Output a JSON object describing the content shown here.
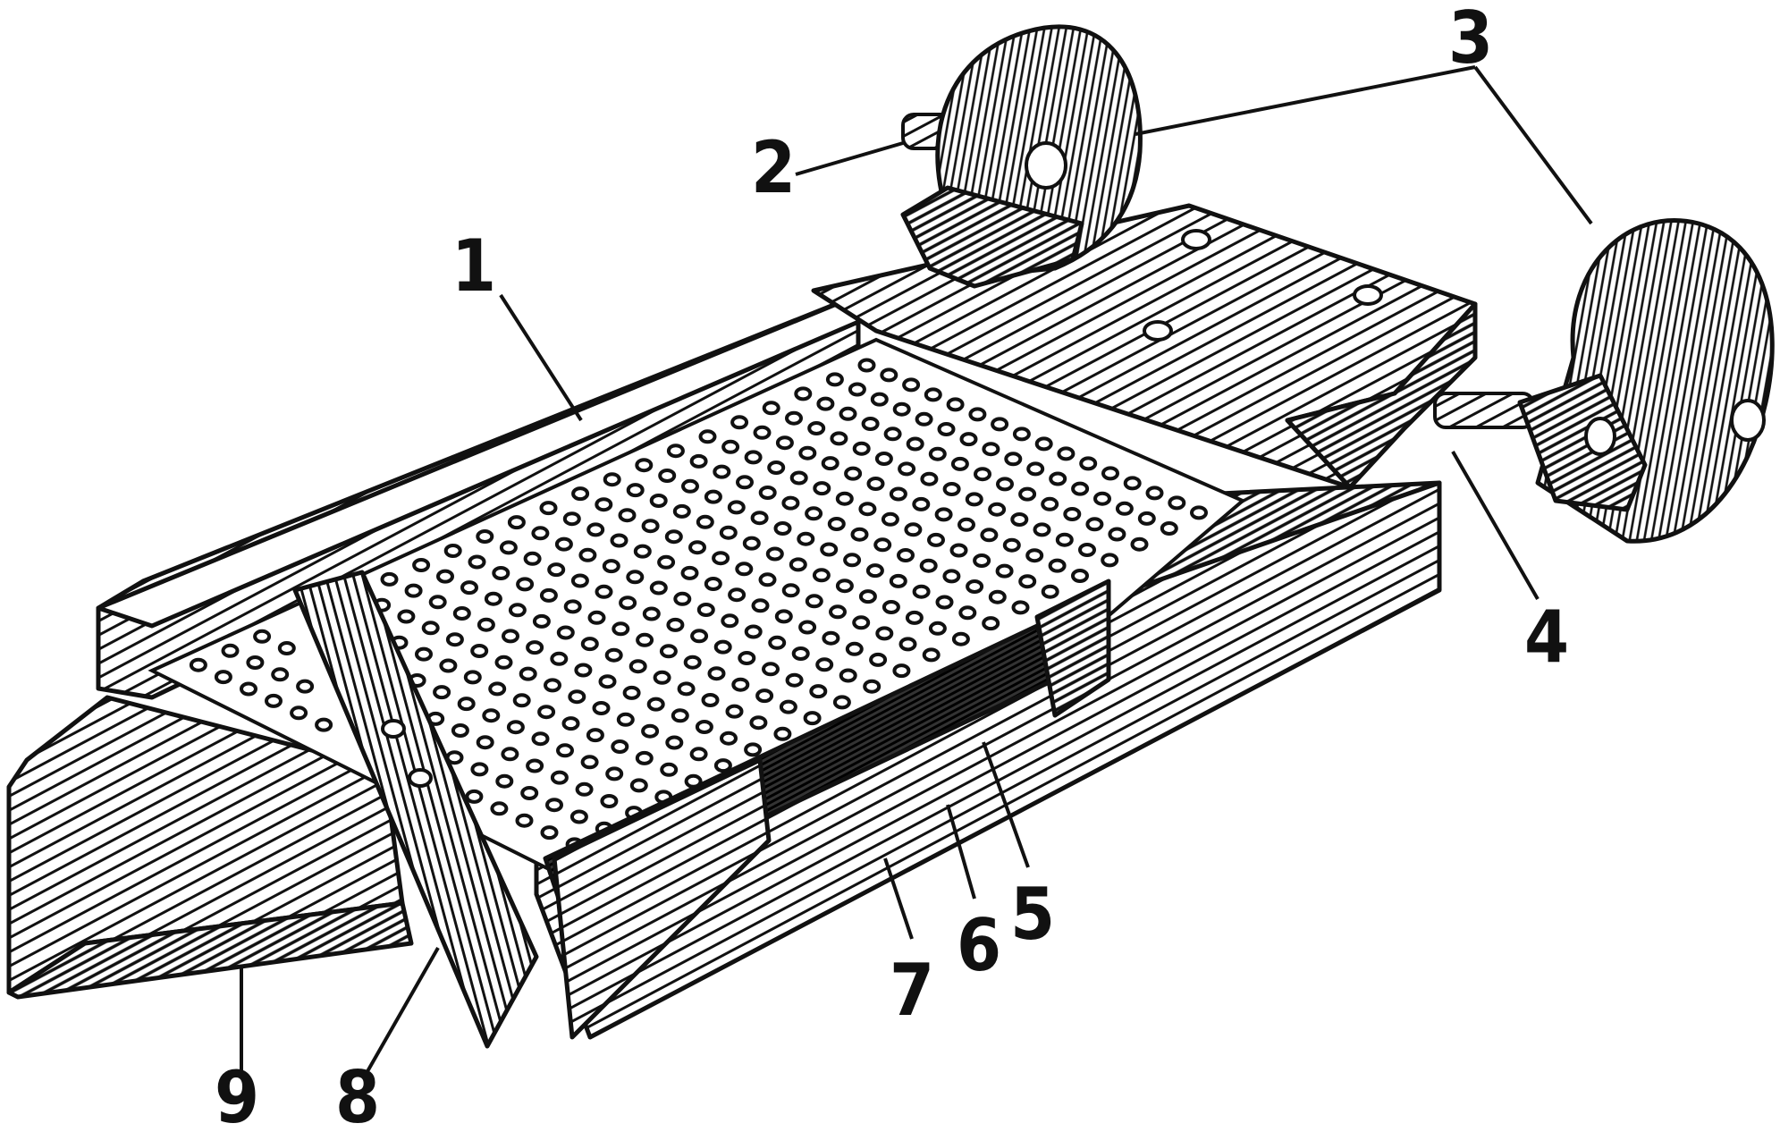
{
  "callouts": [
    {
      "id": "1",
      "label": "1"
    },
    {
      "id": "2",
      "label": "2"
    },
    {
      "id": "3",
      "label": "3"
    },
    {
      "id": "4",
      "label": "4"
    },
    {
      "id": "5",
      "label": "5"
    },
    {
      "id": "6",
      "label": "6"
    },
    {
      "id": "7",
      "label": "7"
    },
    {
      "id": "8",
      "label": "8"
    },
    {
      "id": "9",
      "label": "9"
    }
  ],
  "colors": {
    "ink": "#111111",
    "paper": "#ffffff"
  },
  "style": "black-and-white engraving of a wooden tray with perforated sieve bottom and two wheels"
}
